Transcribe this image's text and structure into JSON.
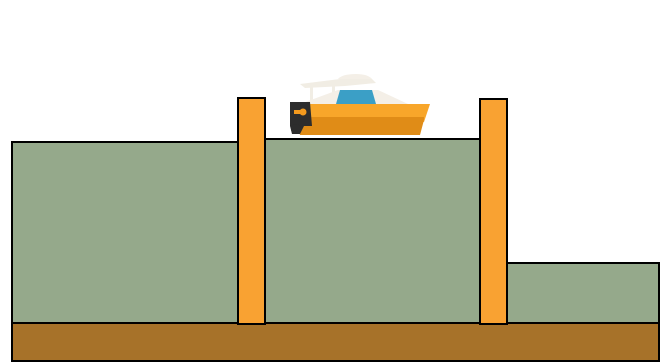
{
  "scene": {
    "description_label": "",
    "colors": {
      "background": "#ffffff",
      "water": "#95a98b",
      "gate": "#f9a232",
      "ground": "#a77229",
      "outline": "#000000",
      "boat_hull": "#f8a62a",
      "boat_hull_shade": "#e08c17",
      "boat_cabin": "#f4efe7",
      "boat_window": "#3b9fc6",
      "boat_canopy": "#f1ede4",
      "motor": "#2d2d2d",
      "motor_accent": "#f39a1e"
    },
    "chambers": [
      {
        "name": "left-chamber",
        "level": "high"
      },
      {
        "name": "middle-chamber",
        "level": "high"
      },
      {
        "name": "right-chamber",
        "level": "low"
      }
    ],
    "gates": [
      {
        "name": "left-gate",
        "state": "closed"
      },
      {
        "name": "right-gate",
        "state": "closed"
      }
    ],
    "boat": {
      "name": "motor-boat",
      "location": "middle-chamber"
    }
  }
}
